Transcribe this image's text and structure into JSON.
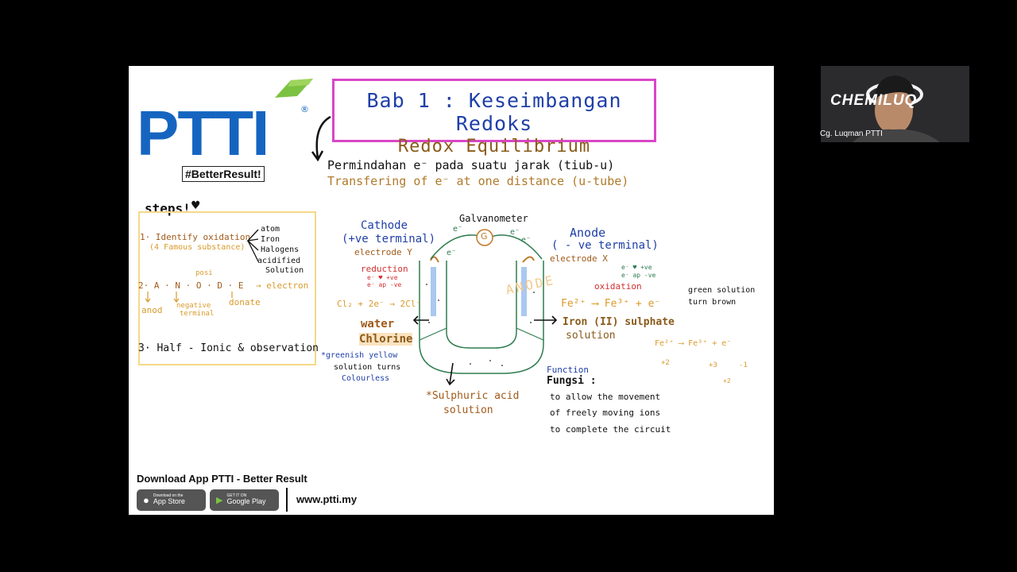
{
  "slide": {
    "logo": "PTTI",
    "registered": "®",
    "tagline": "#BetterResult!",
    "title_line1": "Bab 1  :  Keseimbangan Redoks",
    "title_line2": "Redox  Equilibrium",
    "subtitle_ms": "Permindahan e⁻ pada suatu jarak (tiub-u)",
    "subtitle_en": "Transfering  of  e⁻  at  one  distance  (u-tube)",
    "steps": {
      "heading": "steps!",
      "s1": "1· Identify oxidation",
      "s1_note": "(4 Famous substance)",
      "s1_items": [
        "atom",
        "Iron",
        "Halogens",
        "acidified",
        "Solution"
      ],
      "s2": "2· A · N · O · D · E",
      "s2_posi": "posi",
      "s2_electron": "→ electron",
      "s2_anod": "anod",
      "s2_negative": "negative",
      "s2_terminal": "terminal",
      "s2_donate": "donate",
      "s3": "3· Half - Ionic & observation"
    },
    "diagram": {
      "galvanometer": "Galvanometer",
      "g_symbol": "G",
      "cathode": "Cathode",
      "cathode_term": "(+ve terminal)",
      "electrode_y": "electrode Y",
      "reduction": "reduction",
      "red_note1": "e⁻ ♥ +ve",
      "red_note2": "e⁻ ap -ve",
      "cl_eq": "Cl₂ + 2e⁻ → 2Cl⁻",
      "water": "water",
      "chlorine": "Chlorine",
      "greenish": "*greenish yellow",
      "turns": "solution turns",
      "colourless": "Colourless",
      "anode": "Anode",
      "anode_term": "( - ve  terminal)",
      "electrode_x": "electrode X",
      "ox_note1": "e⁻ ♥ +ve",
      "ox_note2": "e⁻ ap -ve",
      "oxidation": "oxidation",
      "anode_big": "ANODE",
      "fe_eq": "Fe²⁺ ⟶ Fe³⁺ + e⁻",
      "iron_sol": "Iron (II) sulphate",
      "solution": "solution",
      "green_sol": "green solution",
      "turn_brown": "turn brown",
      "fe_eq2": "Fe²⁺ ⟶ Fe³⁺ + e⁻",
      "ox_num1": "+2",
      "ox_num2": "+3",
      "ox_num3": "-1",
      "ox_num4": "+2",
      "sulphuric": "*Sulphuric acid",
      "sulphuric2": "solution",
      "function_en": "Function",
      "function_ms": "Fungsi :",
      "func1": "to allow the movement",
      "func2": "of freely moving ions",
      "func3": "to complete the circuit",
      "e_label": "e⁻"
    },
    "footer": {
      "download": "Download App PTTI  - Better Result",
      "appstore_small": "Download on the",
      "appstore": "App Store",
      "gplay_small": "GET IT ON",
      "gplay": "Google Play",
      "website": "www.ptti.my"
    }
  },
  "webcam": {
    "name": "Cg. Luqman PTTI",
    "overlay_logo": "CHEMILUQ"
  },
  "colors": {
    "brand_blue": "#1565c0",
    "title_border": "#d946c8",
    "steps_border": "#f5d88a"
  }
}
